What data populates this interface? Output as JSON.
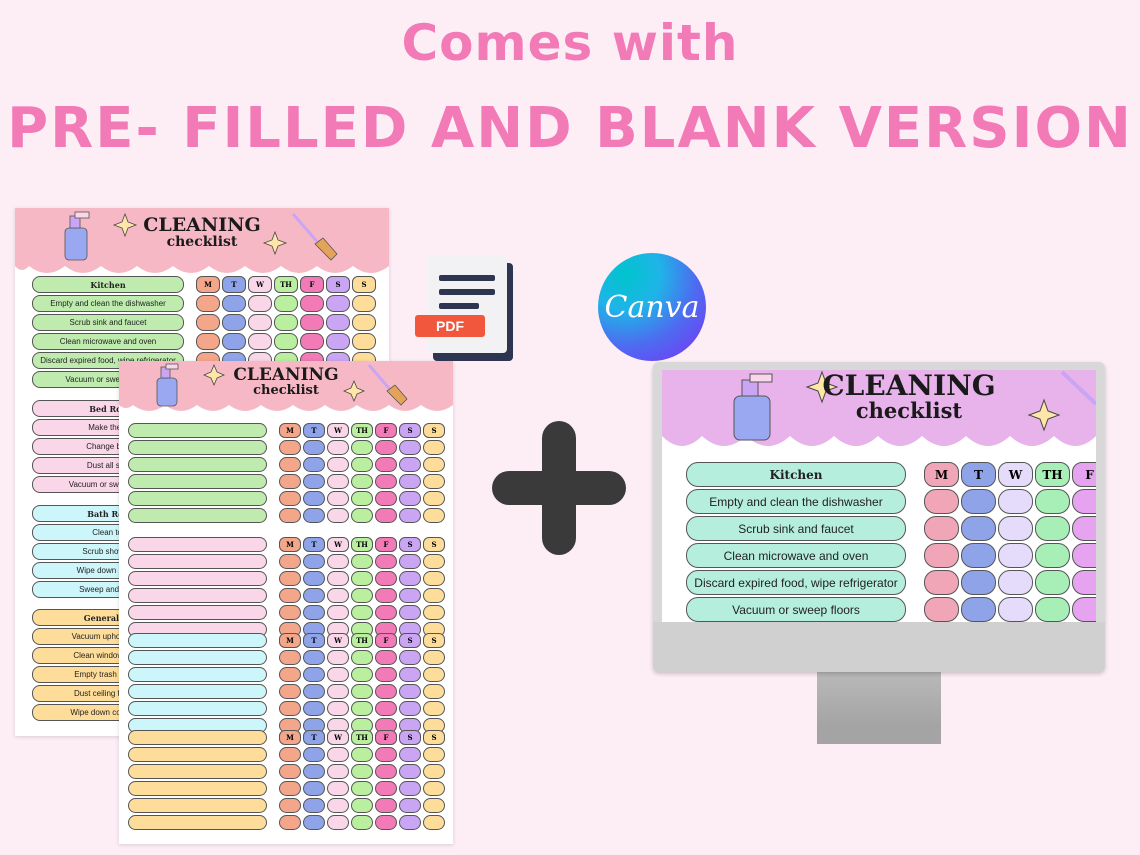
{
  "headline": {
    "line1": "Comes with",
    "line2": "PRE- FILLED AND BLANK VERSION"
  },
  "colors": {
    "headline": "#f27ab6",
    "background": "#fdeef6",
    "header_pink": "#f7b8c6",
    "header_purple": "#e7b3ea",
    "green": "#bfecae",
    "pink": "#f9d6e8",
    "cyan": "#cdf6fa",
    "yellow": "#fedd9a",
    "mint": "#b6eedd",
    "day_colors": [
      "#f4a68a",
      "#8fa4e8",
      "#f9d6e8",
      "#b9ef9e",
      "#f27ab6",
      "#c9a5f4",
      "#fedd9a"
    ]
  },
  "sheet": {
    "title_line1": "CLEANING",
    "title_line2": "checklist",
    "days": [
      "M",
      "T",
      "W",
      "TH",
      "F",
      "S",
      "S"
    ]
  },
  "prefilled": {
    "sections": [
      {
        "heading": "Kitchen",
        "tasks": [
          "Empty and clean the dishwasher",
          "Scrub sink and faucet",
          "Clean microwave and oven",
          "Discard expired food, wipe refrigerator",
          "Vacuum or sweep floors"
        ]
      },
      {
        "heading": "Bed Roo",
        "tasks": [
          "Make the b",
          "Change bed",
          "Dust all surf",
          "Vacuum or sweep floo"
        ]
      },
      {
        "heading": "Bath Roo",
        "tasks": [
          "Clean toi",
          "Scrub shower/",
          "Wipe down sink a",
          "Sweep and mop"
        ]
      },
      {
        "heading": "General Ta",
        "tasks": [
          "Vacuum upholstery (",
          "Clean windows and",
          "Empty trash and re",
          "Dust ceiling fans or",
          "Wipe down counterto"
        ]
      }
    ]
  },
  "pdf_icon": {
    "label": "PDF",
    "icon": "pdf-file-icon"
  },
  "canva_logo": {
    "label": "Canva"
  },
  "monitor": {
    "title_line1": "CLEANING",
    "title_line2": "checklist",
    "section_heading": "Kitchen",
    "tasks": [
      "Empty and clean the dishwasher",
      "Scrub sink and faucet",
      "Clean microwave and oven",
      "Discard expired food, wipe refrigerator",
      "Vacuum or sweep floors"
    ],
    "days": [
      "M",
      "T",
      "W",
      "TH",
      "F"
    ]
  }
}
